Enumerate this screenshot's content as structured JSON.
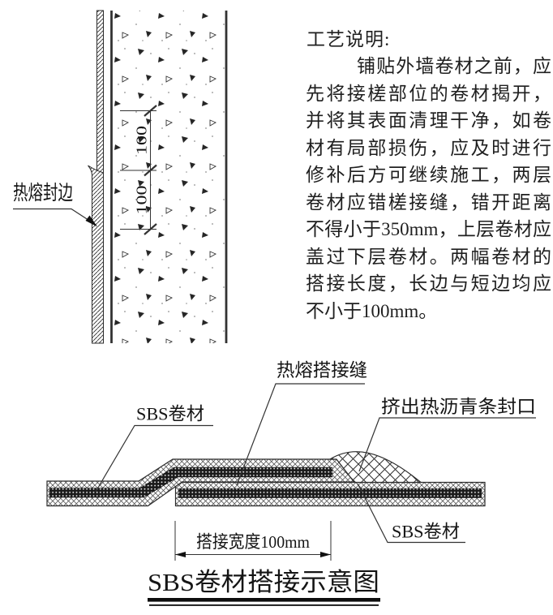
{
  "wall_section": {
    "seal_edge_label": "热熔封边",
    "dim_upper": "100",
    "dim_lower": "100"
  },
  "process_notes": {
    "title": "工艺说明:",
    "lines": [
      "铺贴外墙卷材之前，应",
      "先将接槎部位的卷材揭开，",
      "并将其表面清理干净，如卷",
      "材有局部损伤，应及时进行",
      "修补后方可继续施工，两层",
      "卷材应错槎接缝，错开距离",
      "不得小于350mm，上层卷材应",
      "盖过下层卷材。两幅卷材的",
      "搭接长度，长边与短边均应",
      "不小于100mm。"
    ]
  },
  "lap_diagram": {
    "label_sbs_left": "SBS卷材",
    "label_seam": "热熔搭接缝",
    "label_asphalt": "挤出热沥青条封口",
    "label_sbs_right": "SBS卷材",
    "dim_lap_width": "搭接宽度100mm",
    "title": "SBS卷材搭接示意图"
  },
  "colors": {
    "ink": "#1f1f1f",
    "line": "#333333"
  }
}
